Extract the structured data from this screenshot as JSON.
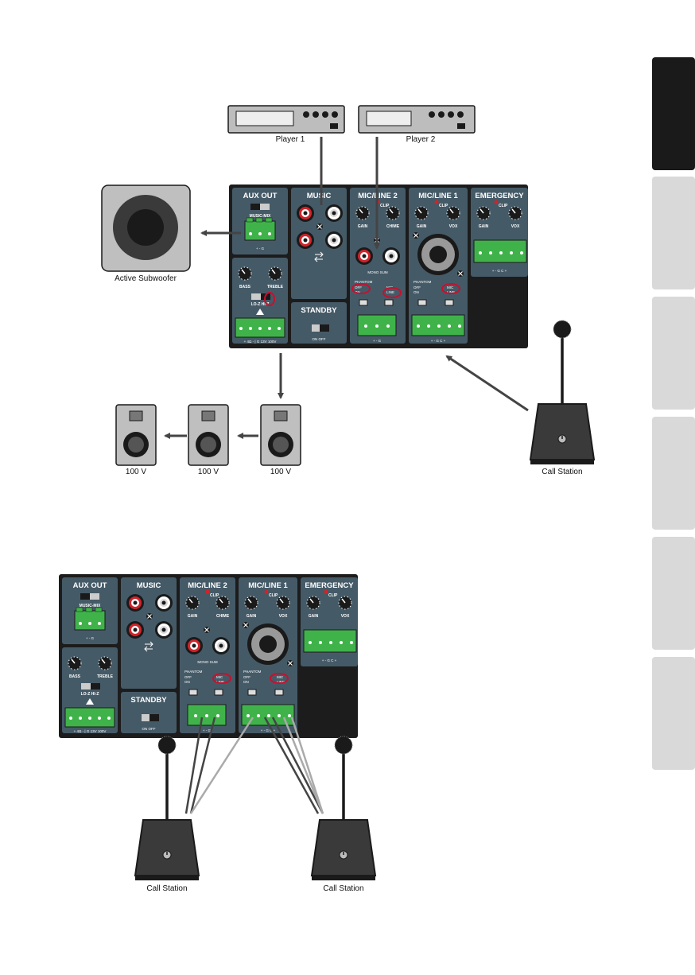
{
  "devices": {
    "player1": "Player 1",
    "player2": "Player 2",
    "subwoofer": "Active Subwoofer",
    "speaker1": "100 V",
    "speaker2": "100 V",
    "speaker3": "100 V",
    "call_station_top": "Call Station",
    "call_station_bottom_left": "Call Station",
    "call_station_bottom_right": "Call Station"
  },
  "panel": {
    "aux_out": "AUX OUT",
    "music_mix": "MUSIC-MIX",
    "music": "MUSIC",
    "standby": "STANDBY",
    "on": "ON",
    "off": "OFF",
    "mic_line_2": "MIC/LINE 2",
    "mic_line_1": "MIC/LINE 1",
    "emergency": "EMERGENCY",
    "gain": "GAIN",
    "chime": "CHIME",
    "vox": "VOX",
    "clip": "CLIP",
    "bass": "BASS",
    "treble": "TREBLE",
    "lo_z_hi_z": "LO-Z HI-Z",
    "mono_sum": "MONO SUM",
    "phantom": "PHANTOM",
    "phantom_off": "OFF",
    "phantom_on": "ON",
    "mic": "MIC",
    "line": "LINE",
    "aux_terminal": "+   -   G",
    "speaker_terminal": "+  4Ω  -  |  G   13V   100V",
    "mic2_terminal": "+   -   G",
    "mic1_terminal": "+   -   G   C   +",
    "emergency_terminal": "+   -   G   C   +"
  },
  "tabs": [
    "",
    "",
    "",
    "",
    "",
    ""
  ],
  "colors": {
    "panel": "#455a67",
    "panel_dark": "#1c1c1c",
    "terminal_green": "#3fb34a",
    "rca_red": "#d2232a",
    "highlight": "#c8102e",
    "tab_active": "#1a1a1a",
    "tab_inactive": "#d9d9d9"
  }
}
